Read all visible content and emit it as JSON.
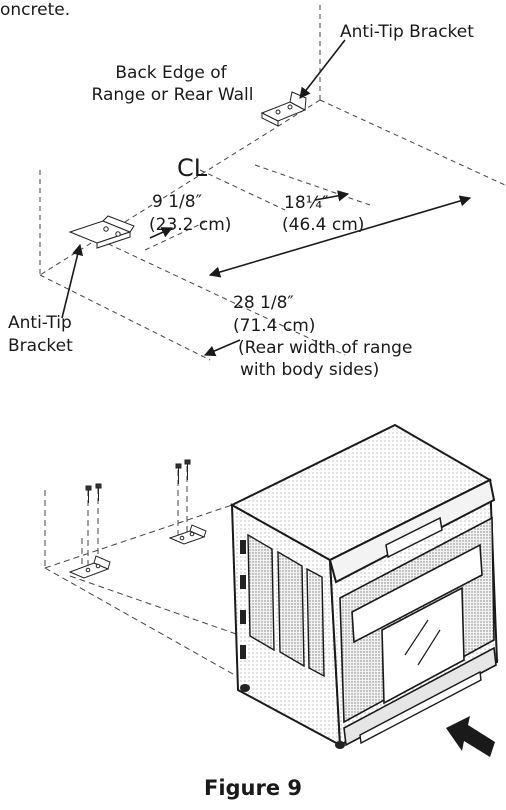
{
  "intro_fragment": "oncrete.",
  "labels": {
    "anti_tip_top": "Anti-Tip Bracket",
    "back_edge_1": "Back Edge of",
    "back_edge_2": "Range or Rear Wall",
    "cl": "CL",
    "dim_9_in": "9 1/8″",
    "dim_9_cm": "(23.2 cm)",
    "dim_18_in": "18¼″",
    "dim_18_cm": "(46.4 cm)",
    "anti_tip_left_1": "Anti-Tip",
    "anti_tip_left_2": "Bracket",
    "dim_28_in": "28 1/8″",
    "dim_28_cm": "(71.4 cm)",
    "rear_width_1": "(Rear width of range",
    "rear_width_2": "with body sides)"
  },
  "caption": "Figure 9",
  "colors": {
    "ink": "#1a1a1a",
    "line": "#333333",
    "shade": "#d9d9d9"
  }
}
